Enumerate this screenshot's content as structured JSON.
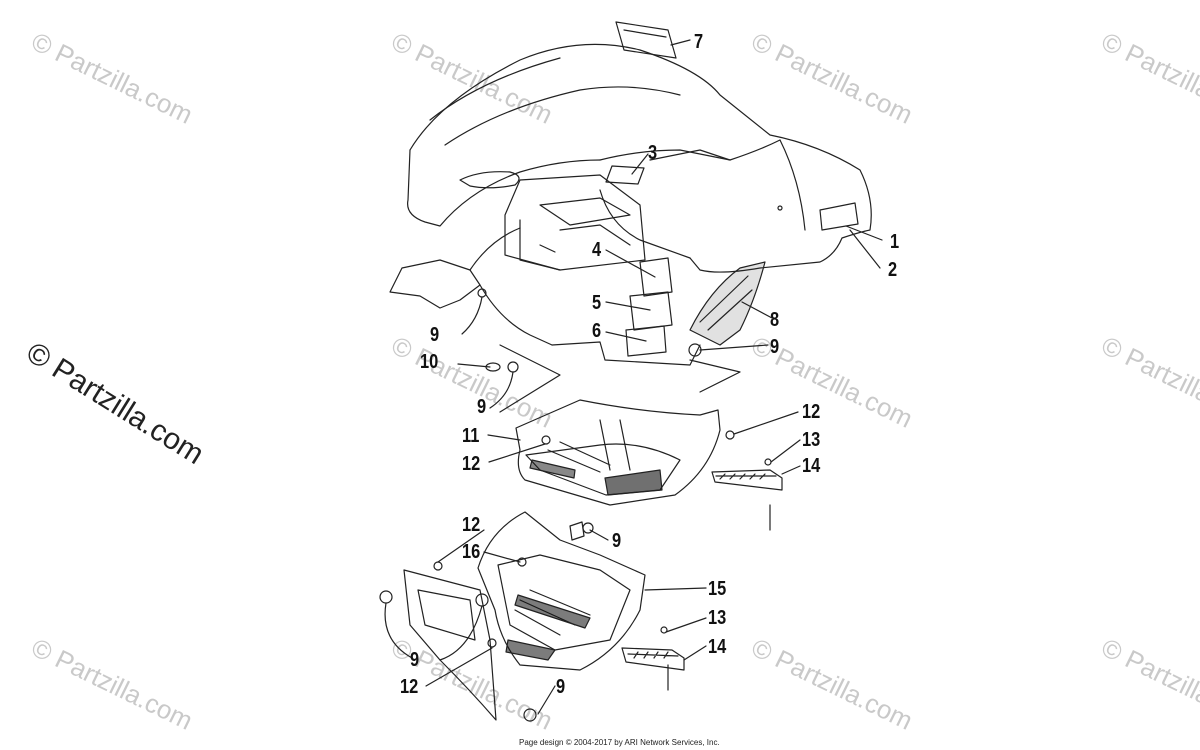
{
  "watermark": {
    "text": "© Partzilla.com"
  },
  "callouts": {
    "c1": "1",
    "c2": "2",
    "c3": "3",
    "c4": "4",
    "c5": "5",
    "c6": "6",
    "c7": "7",
    "c8": "8",
    "c9a": "9",
    "c9b": "9",
    "c9c": "9",
    "c9d": "9",
    "c9e": "9",
    "c9f": "9",
    "c10": "10",
    "c11": "11",
    "c12a": "12",
    "c12b": "12",
    "c12c": "12",
    "c12d": "12",
    "c13a": "13",
    "c13b": "13",
    "c14a": "14",
    "c14b": "14",
    "c15": "15",
    "c16": "16"
  },
  "footer": {
    "text": "Page design © 2004-2017 by ARI Network Services, Inc."
  }
}
